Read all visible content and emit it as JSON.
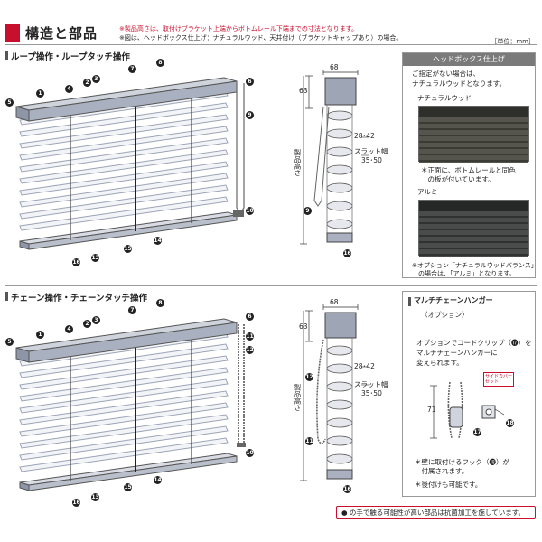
{
  "header": {
    "title": "構造と部品",
    "notes": [
      "※製品高さは、取付けブラケット上端からボトムレール下端までの寸法となります。",
      "※図は、ヘッドボックス仕上げ：ナチュラルウッド、天井付け（ブラケットキャップあり）の場合。"
    ],
    "unit": "［単位：mm］"
  },
  "section_loop": {
    "heading": "ループ操作・ループタッチ操作",
    "side": {
      "head_width": "68",
      "head_height": "63",
      "slat_pitch": "28･42",
      "slat_width_label": "スラット幅",
      "slat_width_values": "35･50",
      "product_height_label": "製品高さ"
    }
  },
  "section_chain": {
    "heading": "チェーン操作・チェーンタッチ操作",
    "side": {
      "head_width": "68",
      "head_height": "63",
      "slat_pitch": "28･42",
      "slat_width_label": "スラット幅",
      "slat_width_values": "35･50",
      "product_height_label": "製品高さ"
    }
  },
  "headbox_panel": {
    "title": "ヘッドボックス仕上げ",
    "intro": [
      "ご指定がない場合は、",
      "ナチュラルウッドとなります。"
    ],
    "natural_label": "ナチュラルウッド",
    "natural_note": [
      "＊正面に、ボトムレールと同色",
      "　の板が付いています。"
    ],
    "alumi_label": "アルミ",
    "option_note": [
      "※オプション「ナチュラルウッドバランス」",
      "　の場合は、「アルミ」となります。"
    ],
    "colors": {
      "wood": "#4a4a44",
      "alumi": "#3d3f3f"
    }
  },
  "hanger_panel": {
    "title": "マルチチェーンハンガー",
    "subtitle": "〈オプション〉",
    "desc": [
      "オプションでコードクリップ（⓱）を",
      "マルチチェーンハンガーに",
      "変えられます。"
    ],
    "tag": [
      "サイドカバー",
      "セット"
    ],
    "dim": "71",
    "notes": [
      "＊壁に取付けるフック（⓲）が",
      "　付属されます。",
      "＊後付けも可能です。"
    ]
  },
  "footer": {
    "note": "● の手で触る可能性が高い部品は抗菌加工を施しています。"
  },
  "badges_loop": [
    "1",
    "2",
    "3",
    "4",
    "5",
    "6",
    "7",
    "8",
    "9",
    "10",
    "13",
    "14",
    "15",
    "16"
  ],
  "badges_chain": [
    "1",
    "2",
    "3",
    "4",
    "5",
    "6",
    "7",
    "8",
    "10",
    "11",
    "12",
    "13",
    "14",
    "15",
    "16"
  ],
  "badges_side": [
    "9",
    "11",
    "12",
    "16"
  ],
  "badges_hanger": [
    "17",
    "18"
  ]
}
